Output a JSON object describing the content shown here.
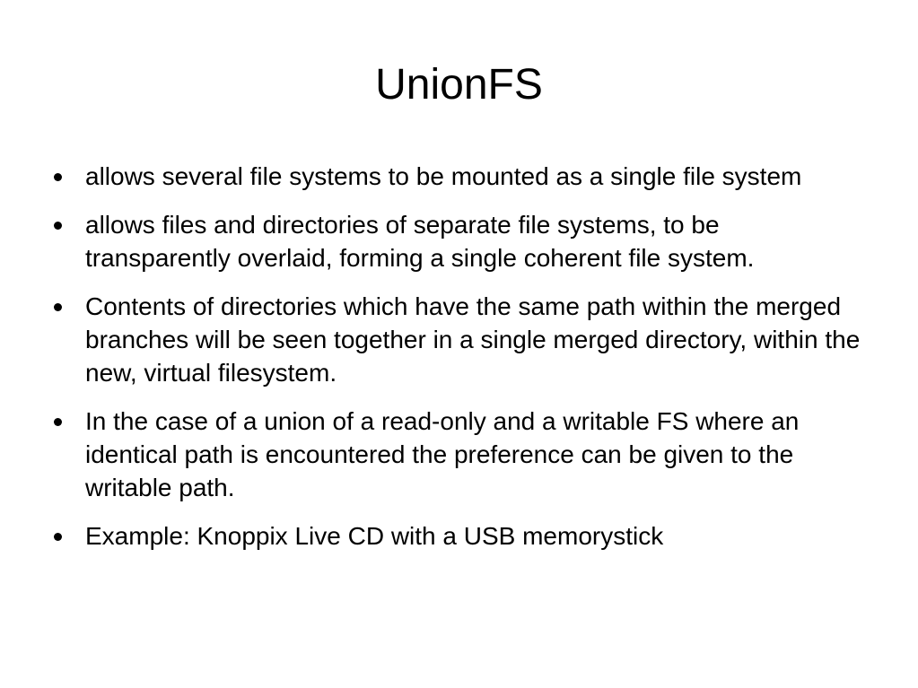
{
  "slide": {
    "title": "UnionFS",
    "bullets": [
      "allows several file systems to be mounted as a single file system",
      "allows files and directories of separate file systems, to be transparently overlaid, forming a single coherent file system.",
      "Contents of directories which have the same path within the merged branches will be seen together in a single merged directory, within the new, virtual filesystem.",
      "In the case of a union of a read-only and a writable FS where an identical path is encountered the preference can be given to the writable path.",
      "Example: Knoppix Live CD with a USB memorystick"
    ]
  }
}
